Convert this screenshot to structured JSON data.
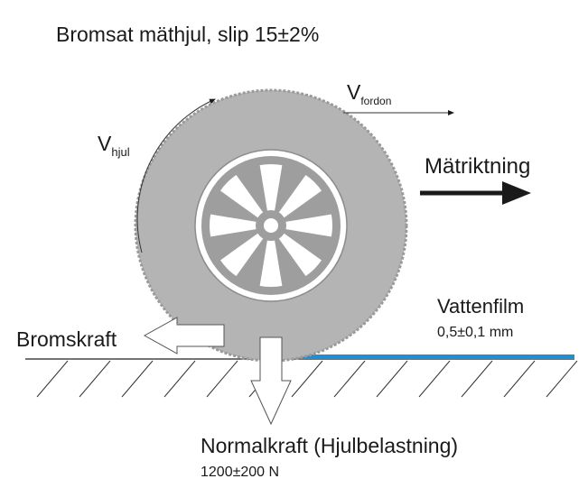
{
  "title": "Bromsat mäthjul, slip 15±2%",
  "wheel_speed": {
    "symbol": "V",
    "subscript": "hjul"
  },
  "vehicle_speed": {
    "symbol": "V",
    "subscript": "fordon"
  },
  "direction_label": "Mätriktning",
  "water_film": {
    "label": "Vattenfilm",
    "value": "0,5±0,1 mm"
  },
  "brake_force_label": "Bromskraft",
  "normal_force": {
    "label": "Normalkraft (Hjulbelastning)",
    "value": "1200±200 N"
  },
  "colors": {
    "tire": "#b4b4b4",
    "tire_edge": "#9a9a9a",
    "rim": "#9e9e9e",
    "water": "#1e8fd0",
    "ink": "#1a1a1a"
  }
}
